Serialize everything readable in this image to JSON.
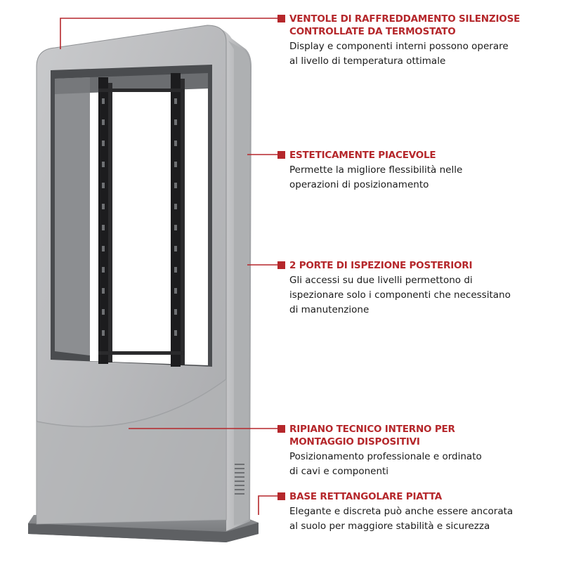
{
  "colors": {
    "accent": "#b5272b",
    "text": "#1a1a1a",
    "kiosk": "#b8b9bb"
  },
  "product_image": {
    "name": "totem-kiosk-illustration"
  },
  "features": [
    {
      "title_lines": [
        "VENTOLE DI RAFFREDDAMENTO SILENZIOSE",
        "CONTROLLATE DA TERMOSTATO"
      ],
      "desc_lines": [
        "Display e componenti interni possono operare",
        "al livello di temperatura ottimale"
      ]
    },
    {
      "title_lines": [
        "ESTETICAMENTE PIACEVOLE"
      ],
      "desc_lines": [
        "Permette la migliore flessibilità nelle",
        "operazioni di posizionamento"
      ]
    },
    {
      "title_lines": [
        "2 PORTE DI ISPEZIONE POSTERIORI"
      ],
      "desc_lines": [
        "Gli accessi su due livelli permettono di",
        "ispezionare solo i componenti che necessitano",
        "di manutenzione"
      ]
    },
    {
      "title_lines": [
        "RIPIANO TECNICO INTERNO PER",
        "MONTAGGIO DISPOSITIVI"
      ],
      "desc_lines": [
        "Posizionamento professionale e ordinato",
        "di cavi e componenti"
      ]
    },
    {
      "title_lines": [
        "BASE RETTANGOLARE PIATTA"
      ],
      "desc_lines": [
        "Elegante e discreta può anche essere ancorata",
        "al suolo per maggiore stabilità e sicurezza"
      ]
    }
  ]
}
